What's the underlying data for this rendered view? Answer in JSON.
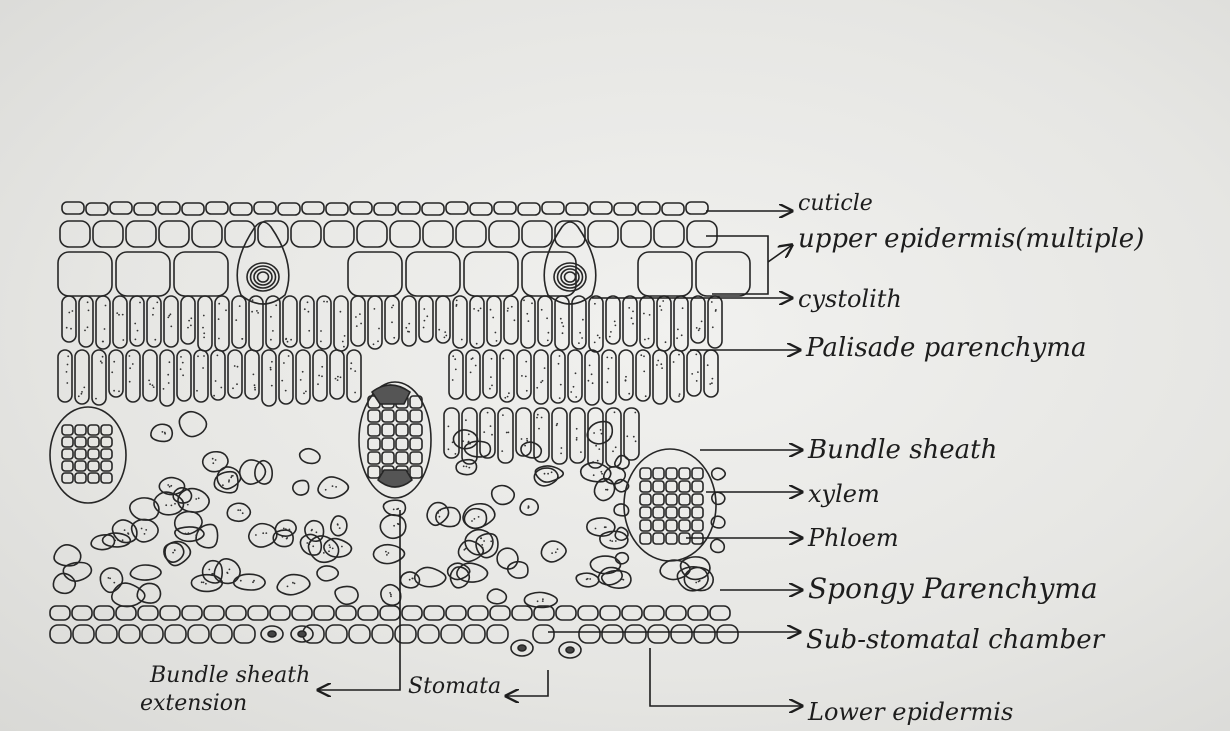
{
  "labels": {
    "cuticle": "cuticle",
    "upper_epidermis": "upper epidermis(multiple)",
    "cystolith": "cystolith",
    "palisade": "Palisade parenchyma",
    "bundle_sheath": "Bundle sheath",
    "xylem": "xylem",
    "phloem": "Phloem",
    "spongy": "Spongy Parenchyma",
    "sub_stomatal": "Sub-stomatal chamber",
    "lower_epidermis": "Lower epidermis",
    "stomata": "Stomata",
    "bundle_sheath_extension_line1": "Bundle sheath",
    "bundle_sheath_extension_line2": "extension"
  },
  "colors": {
    "paper": "#ececea",
    "ink": "#1d1d1d"
  }
}
